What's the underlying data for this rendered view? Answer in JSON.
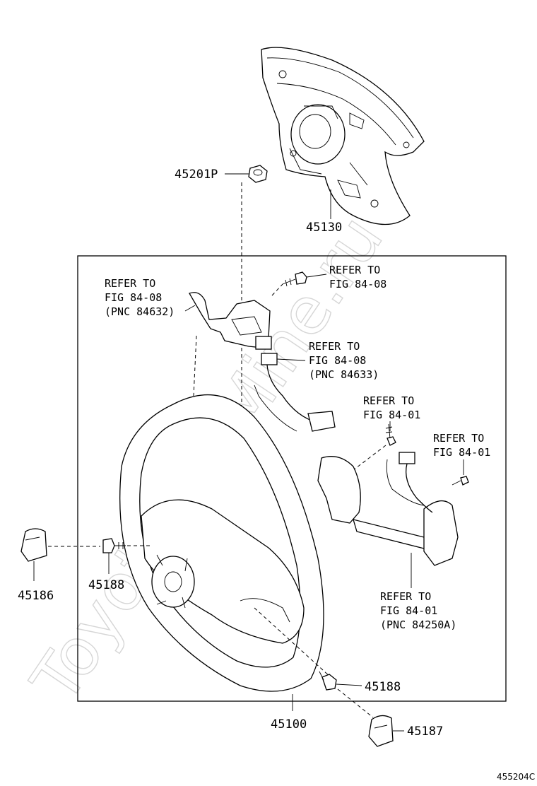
{
  "watermark": "ToyotaCarMine.ru",
  "figure_code": "455204C",
  "parts": {
    "p45201P": "45201P",
    "p45130": "45130",
    "p45186": "45186",
    "p45188_left": "45188",
    "p45188_right": "45188",
    "p45100": "45100",
    "p45187": "45187"
  },
  "references": {
    "ref_pnc84632": [
      "REFER TO",
      "FIG 84-08",
      "(PNC 84632)"
    ],
    "ref_fig8408_bolt": [
      "REFER TO",
      "FIG 84-08"
    ],
    "ref_pnc84633": [
      "REFER TO",
      "FIG 84-08",
      "(PNC 84633)"
    ],
    "ref_fig8401_bolt": [
      "REFER TO",
      "FIG 84-01"
    ],
    "ref_fig8401_right": [
      "REFER TO",
      "FIG 84-01"
    ],
    "ref_pnc84250a": [
      "REFER TO",
      "FIG 84-01",
      "(PNC 84250A)"
    ]
  }
}
